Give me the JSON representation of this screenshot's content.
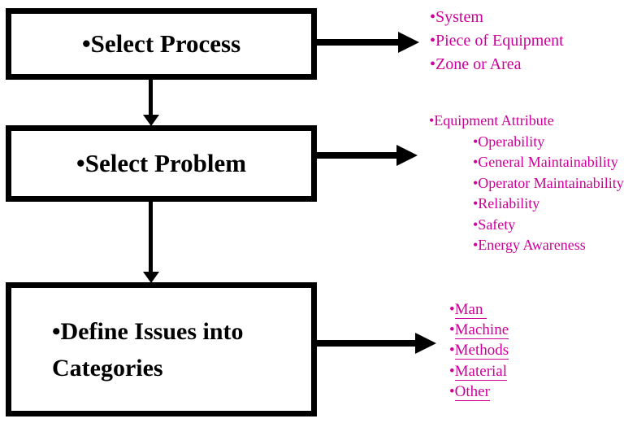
{
  "canvas": {
    "background": "#ffffff",
    "line_color": "#000000",
    "accent_pink": "#cc0099"
  },
  "flow": {
    "boxes": [
      {
        "id": "select-process",
        "label": "•Select Process"
      },
      {
        "id": "select-problem",
        "label": "•Select Problem"
      },
      {
        "id": "define-issues",
        "label": "•Define Issues into Categories"
      }
    ],
    "arrows": [
      {
        "from": "select-process",
        "to": "system-list",
        "direction": "right"
      },
      {
        "from": "select-process",
        "to": "select-problem",
        "direction": "down"
      },
      {
        "from": "select-problem",
        "to": "attribute-list",
        "direction": "right"
      },
      {
        "from": "select-problem",
        "to": "define-issues",
        "direction": "down"
      },
      {
        "from": "define-issues",
        "to": "category-list",
        "direction": "right"
      }
    ]
  },
  "detail_lists": [
    {
      "id": "system-list",
      "items": [
        {
          "label": "•System"
        },
        {
          "label": "•Piece of Equipment"
        },
        {
          "label": "•Zone or Area"
        }
      ]
    },
    {
      "id": "attribute-list",
      "items": [
        {
          "label": "•Equipment Attribute",
          "indent": 0
        },
        {
          "label": "•Operability",
          "indent": 1
        },
        {
          "label": "•General Maintainability",
          "indent": 1
        },
        {
          "label": "•Operator Maintainability",
          "indent": 1
        },
        {
          "label": "•Reliability",
          "indent": 1
        },
        {
          "label": "•Safety",
          "indent": 1
        },
        {
          "label": "•Energy Awareness",
          "indent": 1
        }
      ]
    },
    {
      "id": "category-list",
      "bullet": "•",
      "items": [
        {
          "label": "Man ",
          "underline": true
        },
        {
          "label": "Machine",
          "underline": true
        },
        {
          "label": "Methods",
          "underline": true
        },
        {
          "label": "Material",
          "underline": true
        },
        {
          "label": "Other",
          "underline": true
        }
      ]
    }
  ]
}
